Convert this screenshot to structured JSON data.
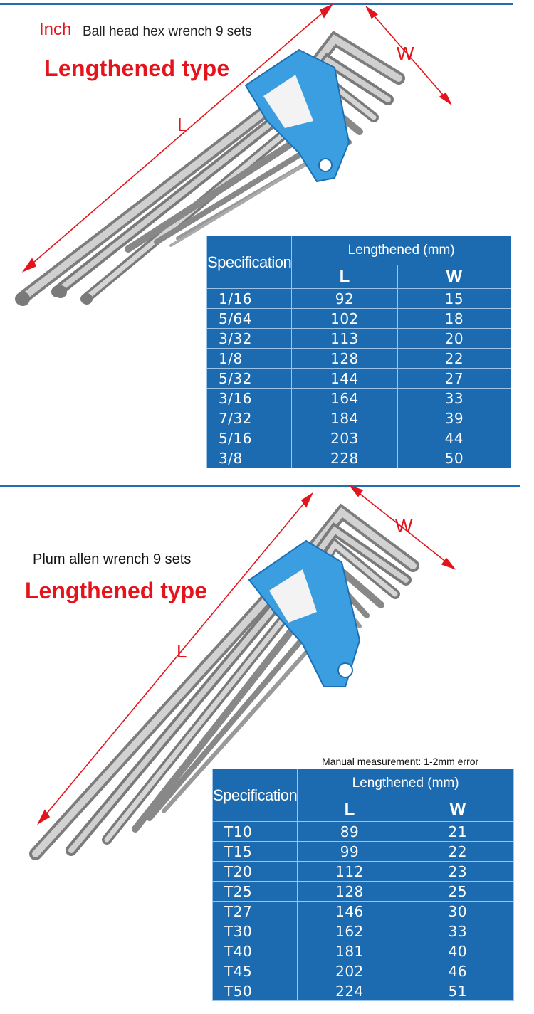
{
  "section1": {
    "title_prefix": "Inch",
    "title_rest": "Ball head hex wrench 9 sets",
    "subtitle": "Lengthened type",
    "dim_L": "L",
    "dim_W": "W",
    "table": {
      "spec_header": "Specification",
      "group_header": "Lengthened (mm)",
      "col_L": "L",
      "col_W": "W",
      "rows": [
        {
          "spec": "1/16",
          "L": "92",
          "W": "15"
        },
        {
          "spec": "5/64",
          "L": "102",
          "W": "18"
        },
        {
          "spec": "3/32",
          "L": "113",
          "W": "20"
        },
        {
          "spec": "1/8",
          "L": "128",
          "W": "22"
        },
        {
          "spec": "5/32",
          "L": "144",
          "W": "27"
        },
        {
          "spec": "3/16",
          "L": "164",
          "W": "33"
        },
        {
          "spec": "7/32",
          "L": "184",
          "W": "39"
        },
        {
          "spec": "5/16",
          "L": "203",
          "W": "44"
        },
        {
          "spec": "3/8",
          "L": "228",
          "W": "50"
        }
      ]
    }
  },
  "section2": {
    "title": "Plum allen wrench 9 sets",
    "subtitle": "Lengthened type",
    "dim_L": "L",
    "dim_W": "W",
    "note": "Manual measurement: 1-2mm error",
    "table": {
      "spec_header": "Specification",
      "group_header": "Lengthened (mm)",
      "col_L": "L",
      "col_W": "W",
      "rows": [
        {
          "spec": "T10",
          "L": "89",
          "W": "21"
        },
        {
          "spec": "T15",
          "L": "99",
          "W": "22"
        },
        {
          "spec": "T20",
          "L": "112",
          "W": "23"
        },
        {
          "spec": "T25",
          "L": "128",
          "W": "25"
        },
        {
          "spec": "T27",
          "L": "146",
          "W": "30"
        },
        {
          "spec": "T30",
          "L": "162",
          "W": "33"
        },
        {
          "spec": "T40",
          "L": "181",
          "W": "40"
        },
        {
          "spec": "T45",
          "L": "202",
          "W": "46"
        },
        {
          "spec": "T50",
          "L": "224",
          "W": "51"
        }
      ]
    }
  },
  "colors": {
    "accent_red": "#e3141b",
    "table_blue": "#1c6bb0",
    "holder_blue": "#3a9ee0",
    "divider_blue": "#1f6fb2"
  }
}
